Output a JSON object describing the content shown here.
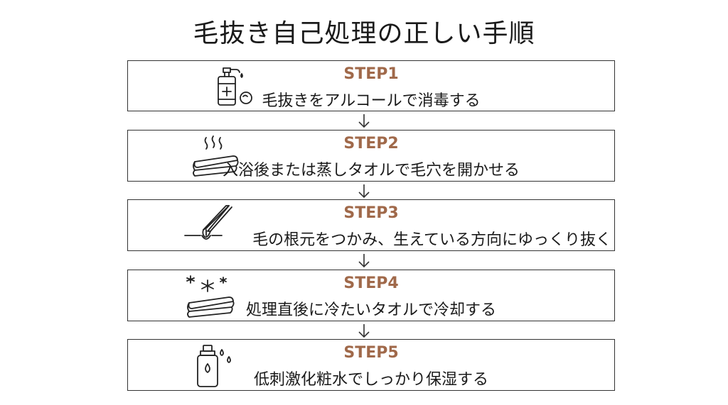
{
  "title": "毛抜き自己処理の正しい手順",
  "accent_color": "#a0694a",
  "steps": [
    {
      "label": "STEP1",
      "desc": "毛抜きをアルコールで消毒する",
      "icon": "sanitizer-bottle-icon"
    },
    {
      "label": "STEP2",
      "desc": "入浴後または蒸しタオルで毛穴を開かせる",
      "icon": "steamed-towel-icon"
    },
    {
      "label": "STEP3",
      "desc": "毛の根元をつかみ、生えている方向にゆっくり抜く",
      "icon": "tweezers-icon"
    },
    {
      "label": "STEP4",
      "desc": "処理直後に冷たいタオルで冷却する",
      "icon": "cold-towel-icon"
    },
    {
      "label": "STEP5",
      "desc": "低刺激化粧水でしっかり保湿する",
      "icon": "lotion-bottle-icon"
    }
  ]
}
